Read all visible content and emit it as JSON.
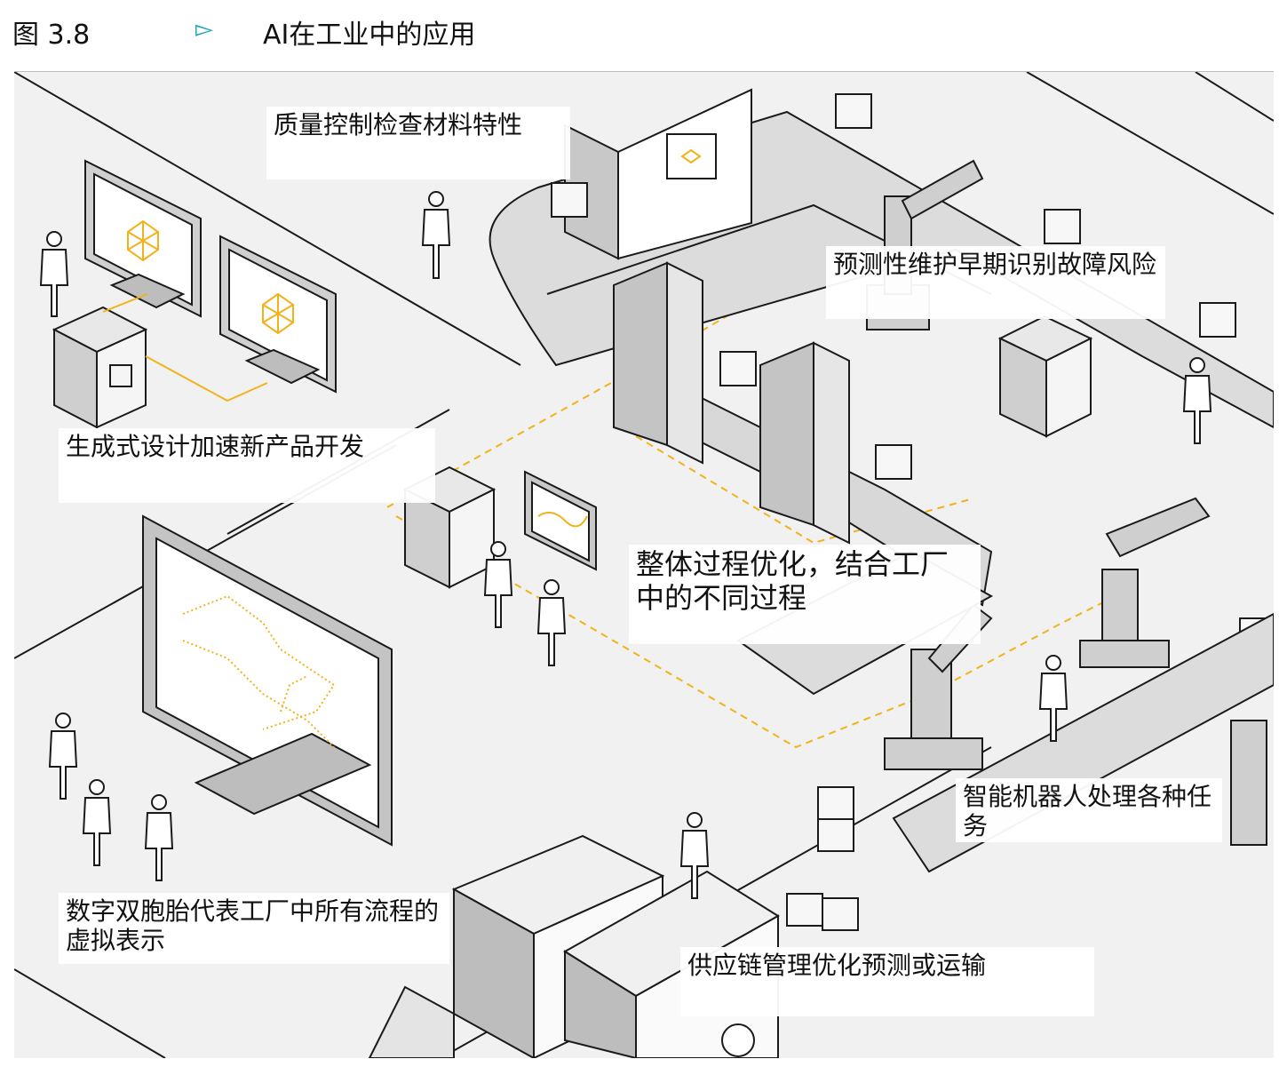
{
  "figure": {
    "label": "图 3.8",
    "arrow_icon": "play-triangle-icon",
    "title": "AI在工业中的应用",
    "accent_color": "#1aa3b8",
    "highlight_color": "#f2b21b"
  },
  "callouts": {
    "quality": "质量控制检查材料特性",
    "predictive": "预测性维护早期识别故障风险",
    "generative": "生成式设计加速新产品开发",
    "process": "整体过程优化，结合工厂中的不同过程",
    "robots": "智能机器人处理各种任务",
    "twin": "数字双胞胎代表工厂中所有流程的虚拟表示",
    "supply": "供应链管理优化预测或运输"
  }
}
